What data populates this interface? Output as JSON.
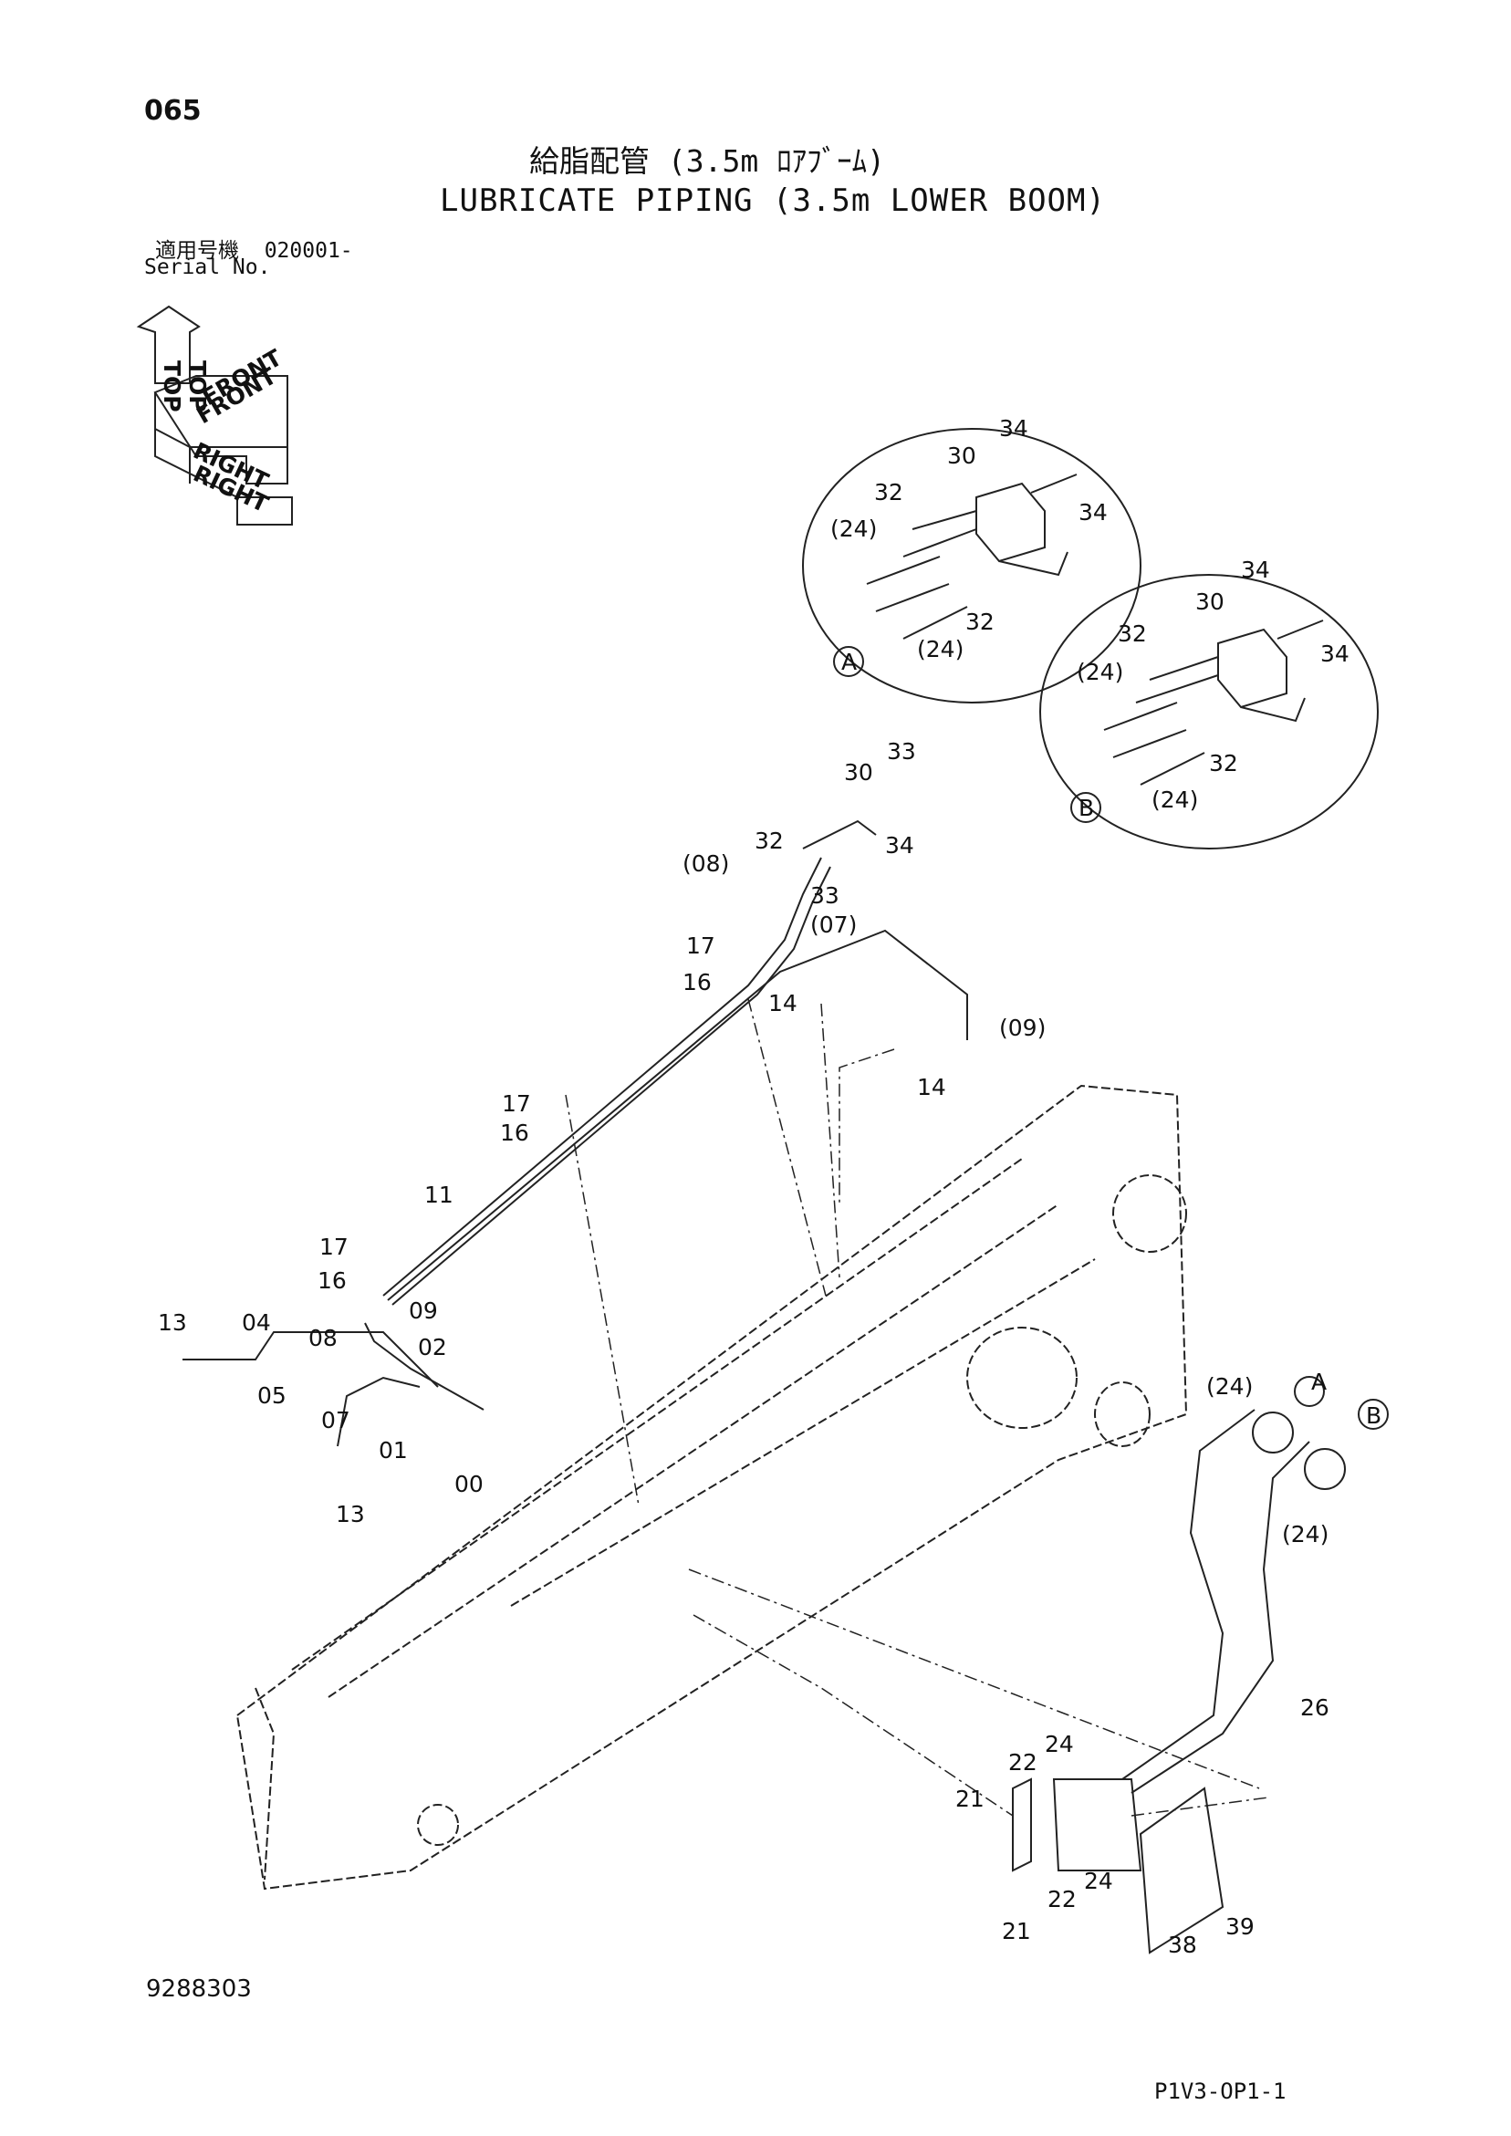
{
  "page_number": "065",
  "title_jp": "給脂配管 (3.5m ﾛｱﾌﾞｰﾑ)",
  "title_en": "LUBRICATE PIPING (3.5m LOWER BOOM)",
  "serial_label_jp": "適用号機",
  "serial_value": "020001-",
  "serial_label_en": "Serial No.",
  "orientation_labels": {
    "top": "TOP",
    "front": "FRONT",
    "right": "RIGHT"
  },
  "detail_markers": {
    "a": "A",
    "b": "B"
  },
  "part_labels": {
    "p00": "00",
    "p01": "01",
    "p02": "02",
    "p04": "04",
    "p05": "05",
    "p07": "07",
    "p08": "08",
    "p09": "09",
    "p07_ref": "(07)",
    "p08_ref": "(08)",
    "p09_ref": "(09)",
    "p11": "11",
    "p13": "13",
    "p14": "14",
    "p16": "16",
    "p17": "17",
    "p21": "21",
    "p22": "22",
    "p24": "24",
    "p24_ref": "(24)",
    "p26": "26",
    "p30": "30",
    "p32": "32",
    "p33": "33",
    "p34": "34",
    "p38": "38",
    "p39": "39"
  },
  "document_number": "9288303",
  "page_code": "P1V3-OP1-1"
}
